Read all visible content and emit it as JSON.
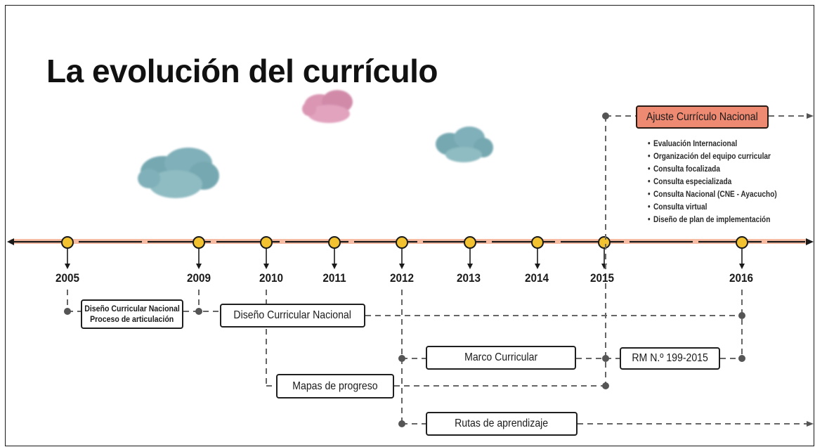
{
  "title": "La evolución del currículo",
  "colors": {
    "accent_box": "#ee8a71",
    "timeline_glow": "#f6b59a",
    "cloud_teal": "#5f9aa4",
    "cloud_pink": "#d484a6",
    "node_fill": "#f2c230"
  },
  "timeline": {
    "years": [
      "2005",
      "2009",
      "2010",
      "2011",
      "2012",
      "2013",
      "2014",
      "2015",
      "2016"
    ]
  },
  "boxes": {
    "dcn_proceso_line1": "Diseño Curricular Nacional",
    "dcn_proceso_line2": "Proceso de articulación",
    "dcn": "Diseño Curricular Nacional",
    "marco": "Marco Curricular",
    "rm": "RM N.º 199-2015",
    "mapas": "Mapas de progreso",
    "rutas": "Rutas de aprendizaje",
    "ajuste": "Ajuste Currículo Nacional"
  },
  "ajuste_items": [
    "Evaluación Internacional",
    "Organización del equipo curricular",
    "Consulta focalizada",
    "Consulta especializada",
    "Consulta Nacional (CNE - Ayacucho)",
    "Consulta virtual",
    "Diseño de plan de implementación"
  ],
  "icons": [
    "cloud-icon",
    "timeline-node-icon",
    "arrow-down-icon",
    "arrow-right-icon"
  ]
}
